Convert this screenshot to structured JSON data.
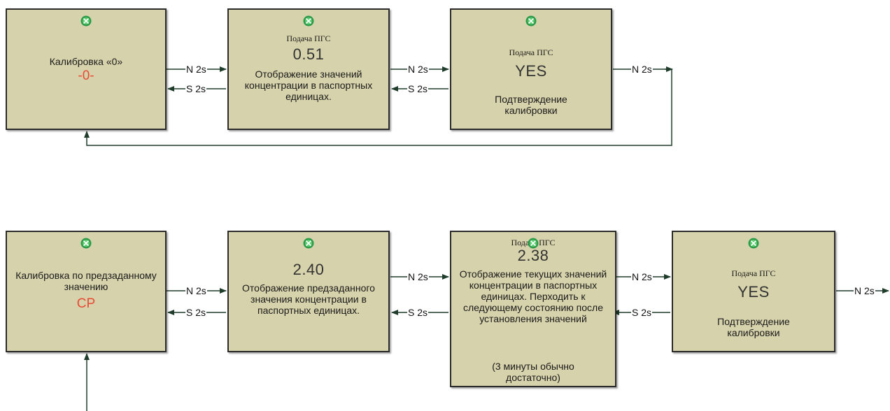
{
  "diagram": {
    "row1": {
      "box1": {
        "title": "Калибровка «0»",
        "value": "-0-"
      },
      "box2": {
        "header": "Подача ПГС",
        "value": "0.51",
        "description": "Отображение значений концентрации в паспортных единицах."
      },
      "box3": {
        "header": "Подача ПГС",
        "value": "YES",
        "description": "Подтверждение калибровки"
      }
    },
    "row2": {
      "box1": {
        "title": "Калибровка по предзаданному значению",
        "value": "CP"
      },
      "box2": {
        "value": "2.40",
        "description": "Отображение предзаданного значения концентрации в паспортных единицах."
      },
      "box3": {
        "header": "Подача ПГС",
        "value": "2.38",
        "description": "Отображение текущих значений концентрации в паспортных единицах. Перходить к следующему состоянию после установления значений",
        "note": "(3 минуты обычно достаточно)"
      },
      "box4": {
        "header": "Подача ПГС",
        "value": "YES",
        "description": "Подтверждение калибровки"
      }
    },
    "transitions": {
      "next": "N 2s",
      "select": "S 2s"
    }
  },
  "colors": {
    "box_fill": "#d6d2ab",
    "line": "#1f3d2a",
    "icon": "#2e9b4a",
    "red_value": "#e84b35"
  }
}
